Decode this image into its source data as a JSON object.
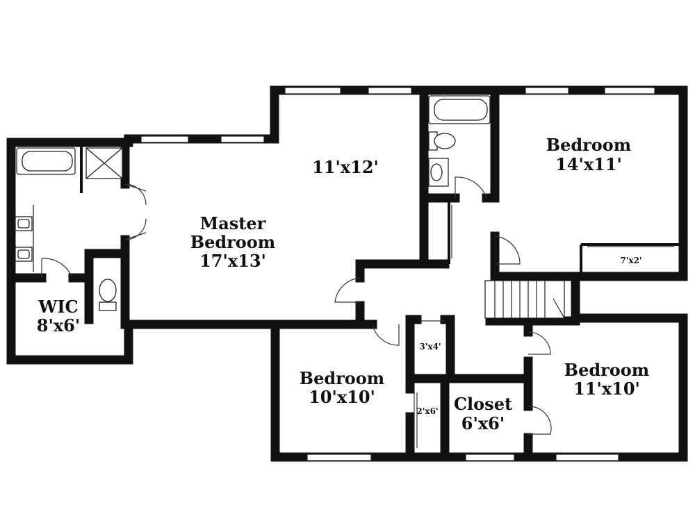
{
  "rooms": {
    "master_bedroom": {
      "name": "Master\nBedroom",
      "size": "17'x13'"
    },
    "master_alcove": {
      "size": "11'x12'"
    },
    "wic": {
      "name": "WIC",
      "size": "8'x6'"
    },
    "bedroom_ne": {
      "name": "Bedroom",
      "size": "14'x11'"
    },
    "bedroom_ne_closet": {
      "size": "7'x2'"
    },
    "bedroom_s": {
      "name": "Bedroom",
      "size": "10'x10'"
    },
    "bedroom_se": {
      "name": "Bedroom",
      "size": "11'x10'"
    },
    "linen_closet": {
      "size": "3'x4'"
    },
    "closet_small": {
      "size": "2'x6'"
    },
    "closet": {
      "name": "Closet",
      "size": "6'x6'"
    }
  }
}
